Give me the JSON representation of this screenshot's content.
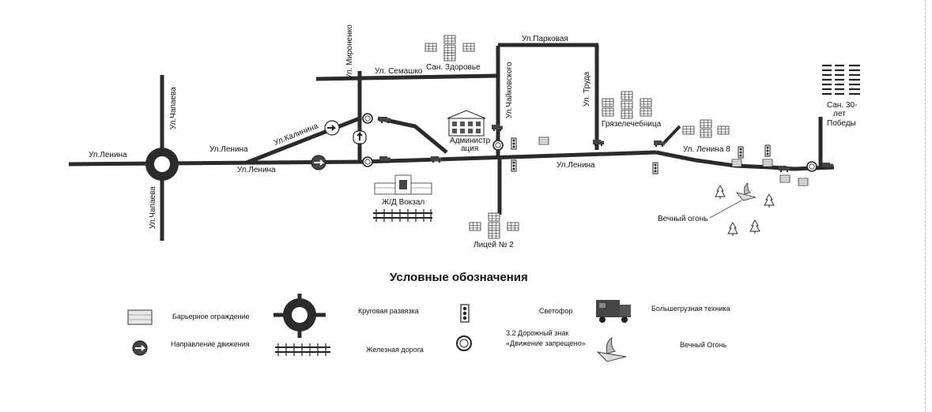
{
  "map": {
    "roads": {
      "lenina": "Ул.Ленина",
      "chapaeva": "Ул.Чапаева",
      "kalinina": "Ул.Калинина",
      "mironenko": "Ул. Мироненко",
      "semashko": "Ул. Семашко",
      "chaikovskogo": "Ул.Чайковского",
      "parkovaya": "Ул.Парковая",
      "truda": "Ул. Труда"
    },
    "places": {
      "san_zdorovie": "Сан. Здоровье",
      "administration_1": "Администр",
      "administration_2": "ация",
      "gryazelechebnitsa": "Грязелечебница",
      "lenina8": "Ул. Ленина 8",
      "san30_1": "Сан. 30-",
      "san30_2": "лет",
      "san30_3": "Победы",
      "station": "Ж/Д Вокзал",
      "lyceum": "Лицей № 2",
      "eternal_flame": "Вечный огонь"
    }
  },
  "legend": {
    "title": "Условные обозначения",
    "barrier": "Барьерное ограждение",
    "roundabout": "Круговая развязка",
    "traffic_light": "Светофор",
    "heavy_vehicles": "Большегрузная техника",
    "direction": "Направление движения",
    "railway": "Железная дорога",
    "sign_line1": "3.2 Дорожный знак",
    "sign_line2": "«Движение запрещено»",
    "eternal_flame": "Вечный Огонь"
  },
  "colors": {
    "road": "#2b2b2b",
    "ink": "#111111"
  }
}
